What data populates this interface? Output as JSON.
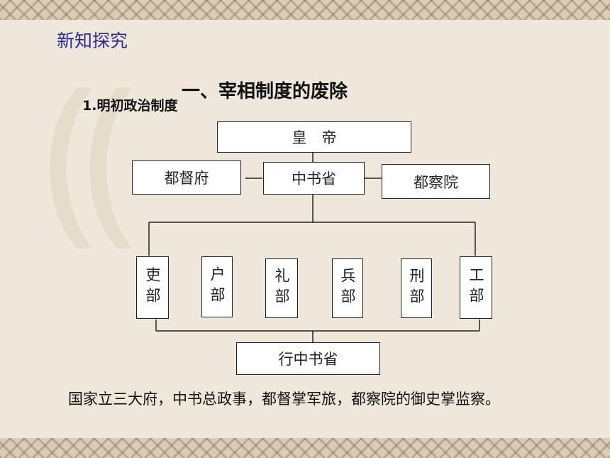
{
  "section_title": "新知探究",
  "main_title": "一、宰相制度的废除",
  "sub_title": "1.明初政治制度",
  "org": {
    "emperor": "皇　帝",
    "left": "都督府",
    "center": "中书省",
    "right": "都察院",
    "ministries": [
      "吏部",
      "户部",
      "礼部",
      "兵部",
      "刑部",
      "工部"
    ],
    "provincial": "行中书省"
  },
  "summary": "国家立三大府，中书总政事，都督掌军旅，都察院的御史掌监察。",
  "colors": {
    "heading": "#2a2a9a",
    "background": "#efe8da"
  }
}
